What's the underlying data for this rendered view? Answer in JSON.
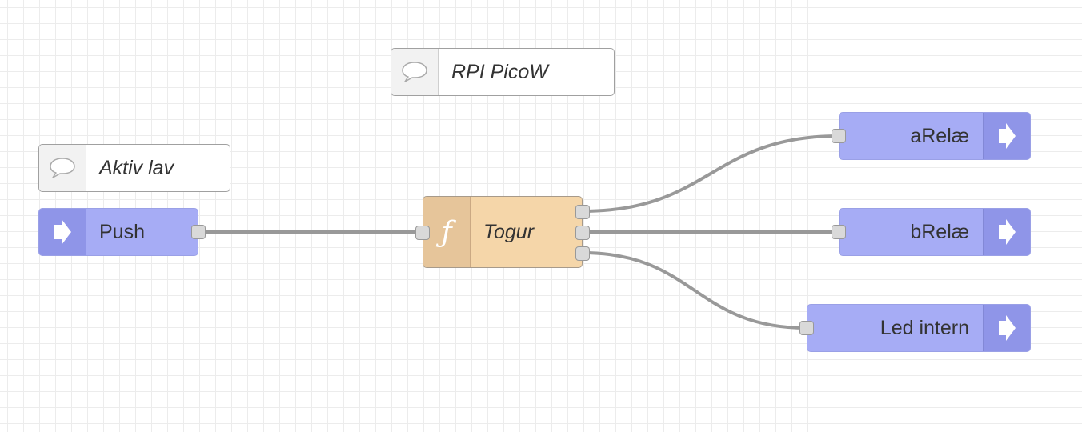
{
  "flow": {
    "comments": [
      {
        "label": "RPI PicoW",
        "icon": "speech-bubble-icon"
      },
      {
        "label": "Aktiv lav",
        "icon": "speech-bubble-icon"
      }
    ],
    "inject": {
      "label": "Push",
      "icon": "arrow-in-icon"
    },
    "function": {
      "label": "Togur",
      "icon": "function-icon",
      "icon_glyph": "ƒ"
    },
    "outputs": [
      {
        "label": "aRelæ",
        "icon": "arrow-out-icon"
      },
      {
        "label": "bRelæ",
        "icon": "arrow-out-icon"
      },
      {
        "label": "Led intern",
        "icon": "arrow-out-icon"
      }
    ]
  },
  "colors": {
    "grid": "#ececec",
    "link_node": "#a6acf5",
    "link_node_icon": "#8f95e8",
    "function_node": "#f5d6a9",
    "function_node_icon": "#e6c59a",
    "wire": "#999999",
    "port": "#d9d9d9"
  }
}
